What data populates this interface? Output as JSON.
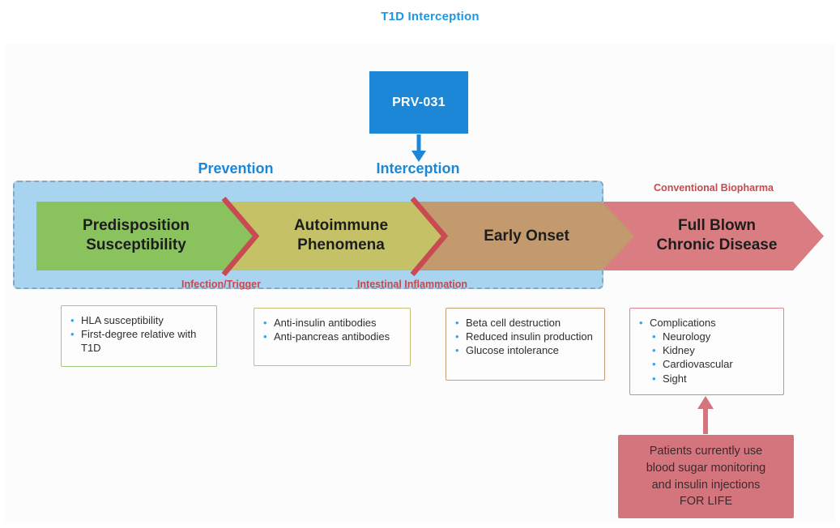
{
  "title": "T1D Interception",
  "drug_box": {
    "label": "PRV-031"
  },
  "phases": {
    "prevention": "Prevention",
    "interception": "Interception"
  },
  "stages": [
    {
      "label": "Predisposition\nSusceptibility"
    },
    {
      "label": "Autoimmune\nPhenomena"
    },
    {
      "label": "Early Onset"
    },
    {
      "label": "Full Blown\nChronic Disease"
    }
  ],
  "transition_labels": {
    "infection": "Infection/Trigger",
    "inflammation": "Intestinal Inflammation",
    "biopharma": "Conventional Biopharma"
  },
  "detail_boxes": [
    {
      "items": [
        "HLA susceptibility",
        "First-degree relative with T1D"
      ]
    },
    {
      "items": [
        "Anti-insulin antibodies",
        "Anti-pancreas antibodies"
      ]
    },
    {
      "items": [
        "Beta cell destruction",
        "Reduced insulin production",
        "Glucose intolerance"
      ]
    },
    {
      "items": [
        "Complications"
      ],
      "sub_items": [
        "Neurology",
        "Kidney",
        "Cardiovascular",
        "Sight"
      ]
    }
  ],
  "footnote_box": {
    "text": "Patients currently use\nblood sugar monitoring\nand insulin injections\nFOR LIFE"
  },
  "colors": {
    "title_blue": "#1b97e3",
    "accent_blue": "#1c87d6",
    "band_fill": "#a9d4f0",
    "band_border": "#8ba6b8",
    "stage_green": "#8ac25e",
    "stage_olive": "#c5c167",
    "stage_tan": "#c39a6e",
    "stage_pink": "#d97d83",
    "separator_red": "#c84a52",
    "label_red": "#c6494e",
    "footnote_pink": "#d4757d",
    "bullet_blue": "#38a3e3"
  }
}
